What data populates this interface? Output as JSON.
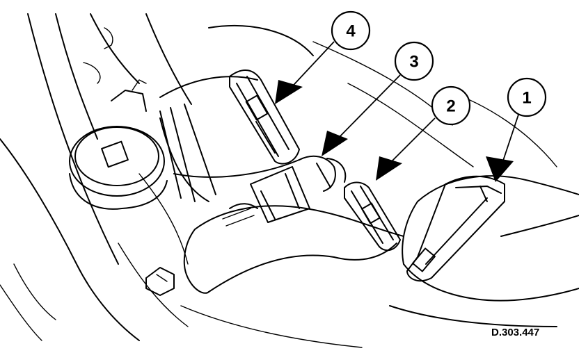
{
  "callouts": [
    {
      "id": "1",
      "label": "1"
    },
    {
      "id": "2",
      "label": "2"
    },
    {
      "id": "3",
      "label": "3"
    },
    {
      "id": "4",
      "label": "4"
    }
  ],
  "figure_ref": "D.303.447"
}
